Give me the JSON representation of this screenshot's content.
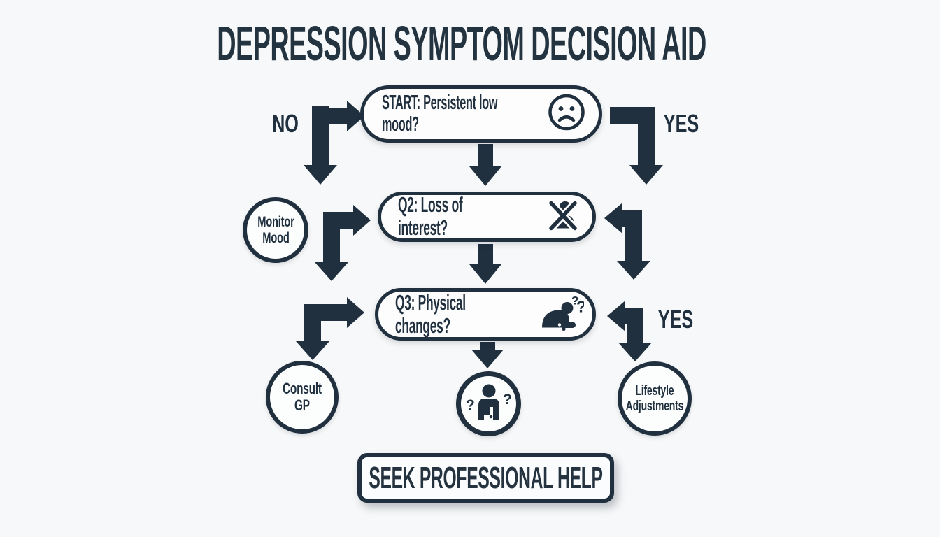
{
  "title": "DEPRESSION SYMPTOM DECISION AID",
  "colors": {
    "ink": "#20303f",
    "background": "#f7f8f9",
    "node_fill": "#fdfdfe"
  },
  "diagram_type": "decision-flowchart",
  "nodes": {
    "start": {
      "label": "START: Persistent low\nmood?",
      "icon": "sad-face-icon"
    },
    "q2": {
      "label": "Q2: Loss of interest?",
      "icon": "crossed-out-person-icon"
    },
    "q3": {
      "label": "Q3: Physical changes?",
      "icon": "slumped-person-icon"
    },
    "monitor_mood": {
      "label": "Monitor\nMood"
    },
    "consult_gp": {
      "label": "Consult\nGP"
    },
    "unknown_outcome": {
      "icon": "person-question-icon"
    },
    "lifestyle": {
      "label": "Lifestyle\nAdjustments"
    },
    "seek_help": {
      "label": "SEEK PROFESSIONAL HELP"
    }
  },
  "edge_labels": {
    "no": "NO",
    "yes_start": "YES",
    "yes_q3": "YES"
  },
  "glyphs": {
    "question_mark": "?"
  }
}
